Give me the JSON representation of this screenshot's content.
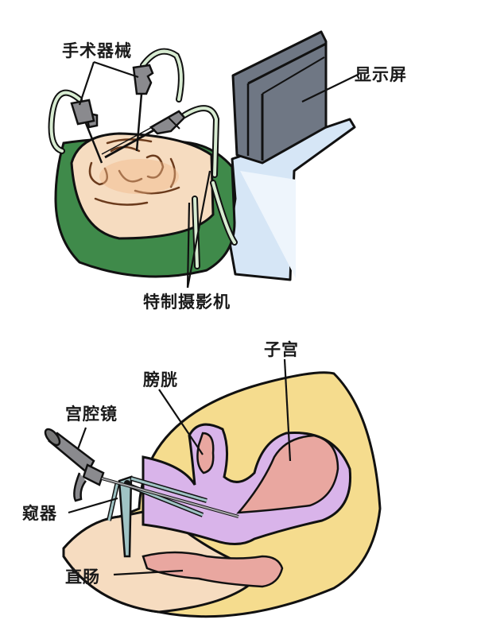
{
  "figure": {
    "top_panel": {
      "name": "laparoscopic-surgery-setup",
      "labels": {
        "instruments": "手术器械",
        "monitor": "显示屏",
        "camera": "特制摄影机"
      }
    },
    "bottom_panel": {
      "name": "hysteroscopy-cross-section",
      "labels": {
        "uterus": "子宫",
        "bladder": "膀胱",
        "hysteroscope": "宫腔镜",
        "speculum": "窥器",
        "rectum": "直肠"
      }
    },
    "colors": {
      "drape_green": "#3f8a4a",
      "skin": "#f6dcc0",
      "monitor_gray": "#6f7784",
      "stand_blue": "#d6e6f6",
      "tube_green": "#d8ecd2",
      "body_yellow": "#f5dc8e",
      "tissue_purple": "#d9b4ea",
      "organ_pink": "#e9a7a0",
      "instrument_gray": "#8a8a8e",
      "speculum_teal": "#9fc3c4"
    }
  }
}
